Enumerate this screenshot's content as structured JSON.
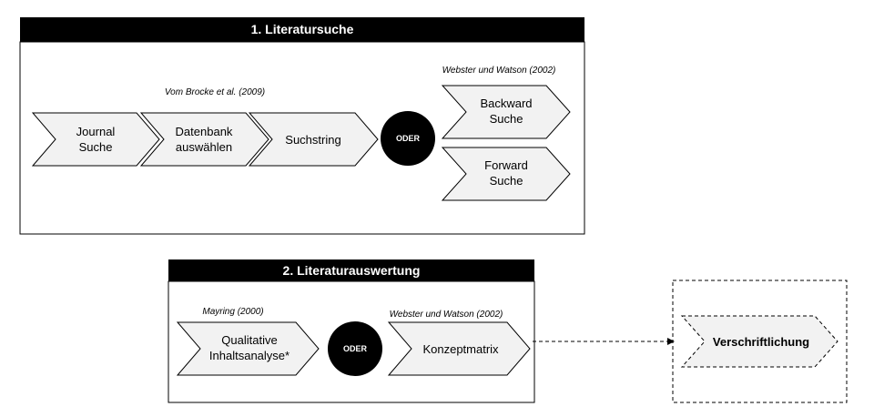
{
  "section1": {
    "title": "1. Literatursuche",
    "citation_left": "Vom Brocke et al. (2009)",
    "citation_right": "Webster und Watson (2002)",
    "steps": [
      {
        "line1": "Journal",
        "line2": "Suche"
      },
      {
        "line1": "Datenbank",
        "line2": "auswählen"
      },
      {
        "line1": "Suchstring",
        "line2": ""
      }
    ],
    "or_label": "ODER",
    "branches": [
      {
        "line1": "Backward",
        "line2": "Suche"
      },
      {
        "line1": "Forward",
        "line2": "Suche"
      }
    ]
  },
  "section2": {
    "title": "2. Literaturauswertung",
    "citation_left": "Mayring (2000)",
    "citation_right": "Webster und Watson (2002)",
    "or_label": "ODER",
    "left_step": {
      "line1": "Qualitative",
      "line2": "Inhaltsanalyse*"
    },
    "right_step": {
      "line1": "Konzeptmatrix",
      "line2": ""
    }
  },
  "section3": {
    "step": "Verschriftlichung"
  }
}
